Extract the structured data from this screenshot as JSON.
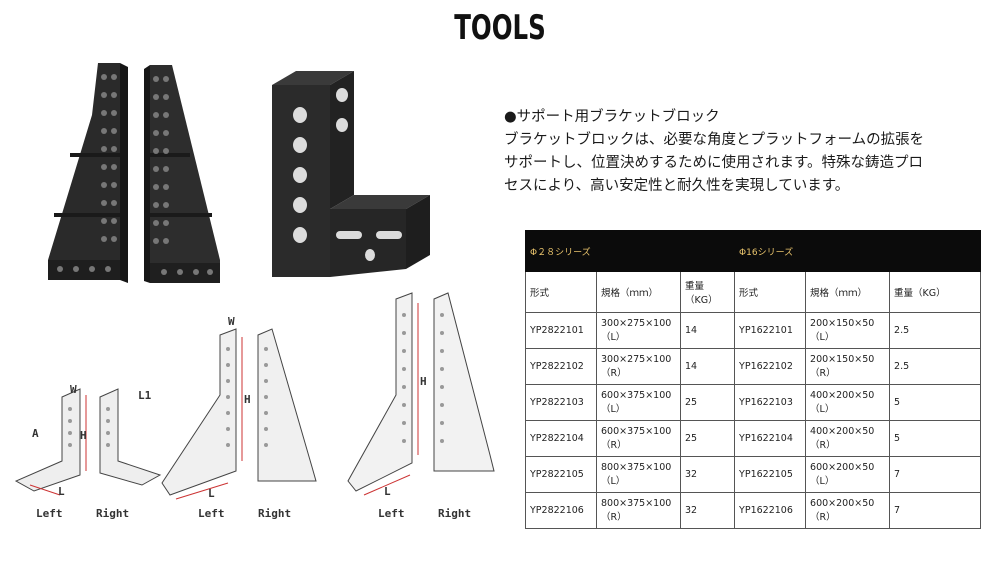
{
  "page": {
    "title": "TOOLS"
  },
  "description": {
    "heading": "●サポート用ブラケットブロック",
    "lines": [
      "ブラケットブロックは、必要な角度とプラットフォームの拡張を",
      "サポートし、位置決めするために使用されます。特殊な鋳造プロ",
      "セスにより、高い安定性と耐久性を実現しています。"
    ]
  },
  "drawings": {
    "left_label": "Left",
    "right_label": "Right",
    "dim_w": "W",
    "dim_l1": "L1",
    "dim_a": "A",
    "dim_h": "H",
    "dim_l": "L"
  },
  "table": {
    "series_left": "Φ２８シリーズ",
    "series_right": "Φ16シリーズ",
    "columns": [
      "形式",
      "規格（ｍｍ）",
      "重量（KG）",
      "形式",
      "規格（ｍｍ）",
      "重量（KG）"
    ],
    "rows": [
      [
        "YP2822101",
        "300×275×100（L）",
        "14",
        "YP1622101",
        "200×150×50（L）",
        "2.5"
      ],
      [
        "YP2822102",
        "300×275×100（R）",
        "14",
        "YP1622102",
        "200×150×50（R）",
        "2.5"
      ],
      [
        "YP2822103",
        "600×375×100（L）",
        "25",
        "YP1622103",
        "400×200×50（L）",
        "5"
      ],
      [
        "YP2822104",
        "600×375×100（R）",
        "25",
        "YP1622104",
        "400×200×50（R）",
        "5"
      ],
      [
        "YP2822105",
        "800×375×100（L）",
        "32",
        "YP1622105",
        "600×200×50（L）",
        "7"
      ],
      [
        "YP2822106",
        "800×375×100（R）",
        "32",
        "YP1622106",
        "600×200×50（R）",
        "7"
      ]
    ]
  }
}
